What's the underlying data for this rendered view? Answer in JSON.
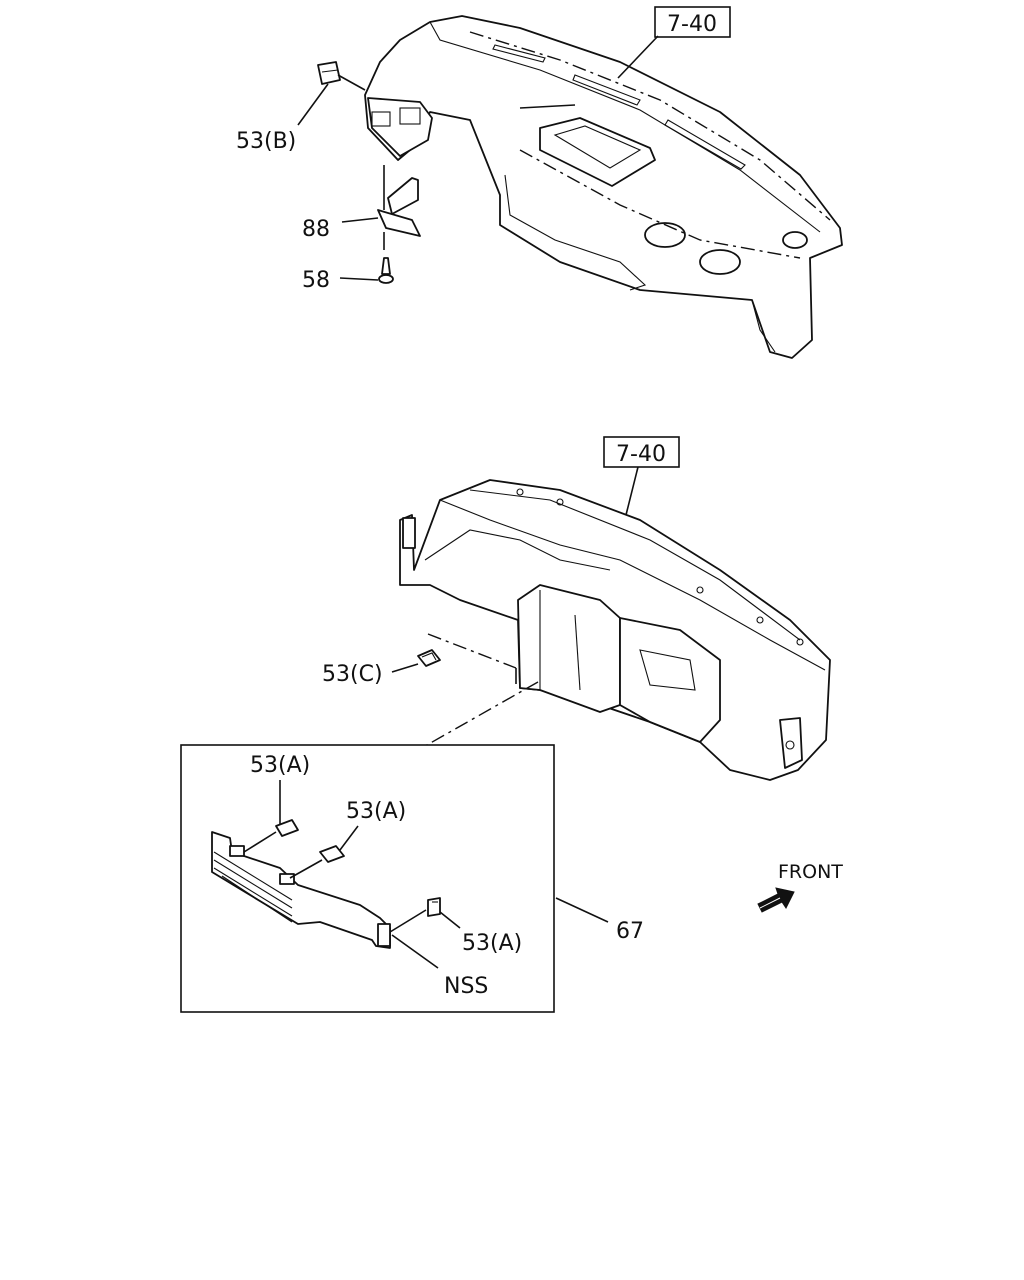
{
  "references": {
    "top_ref": "7-40",
    "mid_ref": "7-40"
  },
  "callouts": {
    "clip_53b": "53(B)",
    "bracket_88": "88",
    "screw_58": "58",
    "clip_53c": "53(C)",
    "clip_53a_1": "53(A)",
    "clip_53a_2": "53(A)",
    "clip_53a_3": "53(A)",
    "panel_67": "67",
    "nss": "NSS"
  },
  "orientation": {
    "front_label": "FRONT",
    "arrow_icon": "front-arrow-icon"
  }
}
